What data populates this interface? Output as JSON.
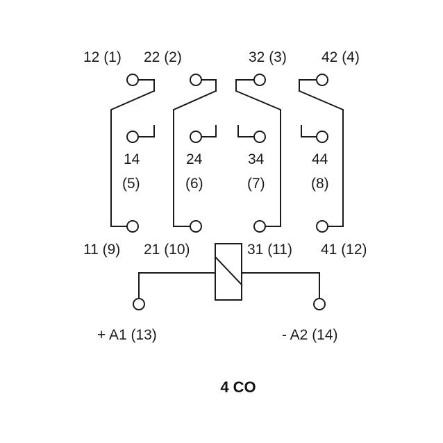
{
  "diagram": {
    "caption": "4 CO",
    "contacts": [
      {
        "nc_label": "12 (1)",
        "no_label_top": "14",
        "no_label_bottom": "(5)",
        "common_label": "11 (9)"
      },
      {
        "nc_label": "22 (2)",
        "no_label_top": "24",
        "no_label_bottom": "(6)",
        "common_label": "21 (10)"
      },
      {
        "nc_label": "32 (3)",
        "no_label_top": "34",
        "no_label_bottom": "(7)",
        "common_label": "31 (11)"
      },
      {
        "nc_label": "42 (4)",
        "no_label_top": "44",
        "no_label_bottom": "(8)",
        "common_label": "41 (12)"
      }
    ],
    "coil": {
      "a1_label": "+ A1 (13)",
      "a2_label": "- A2 (14)"
    }
  },
  "colors": {
    "line": "#1a1a1a",
    "background": "#ffffff"
  }
}
